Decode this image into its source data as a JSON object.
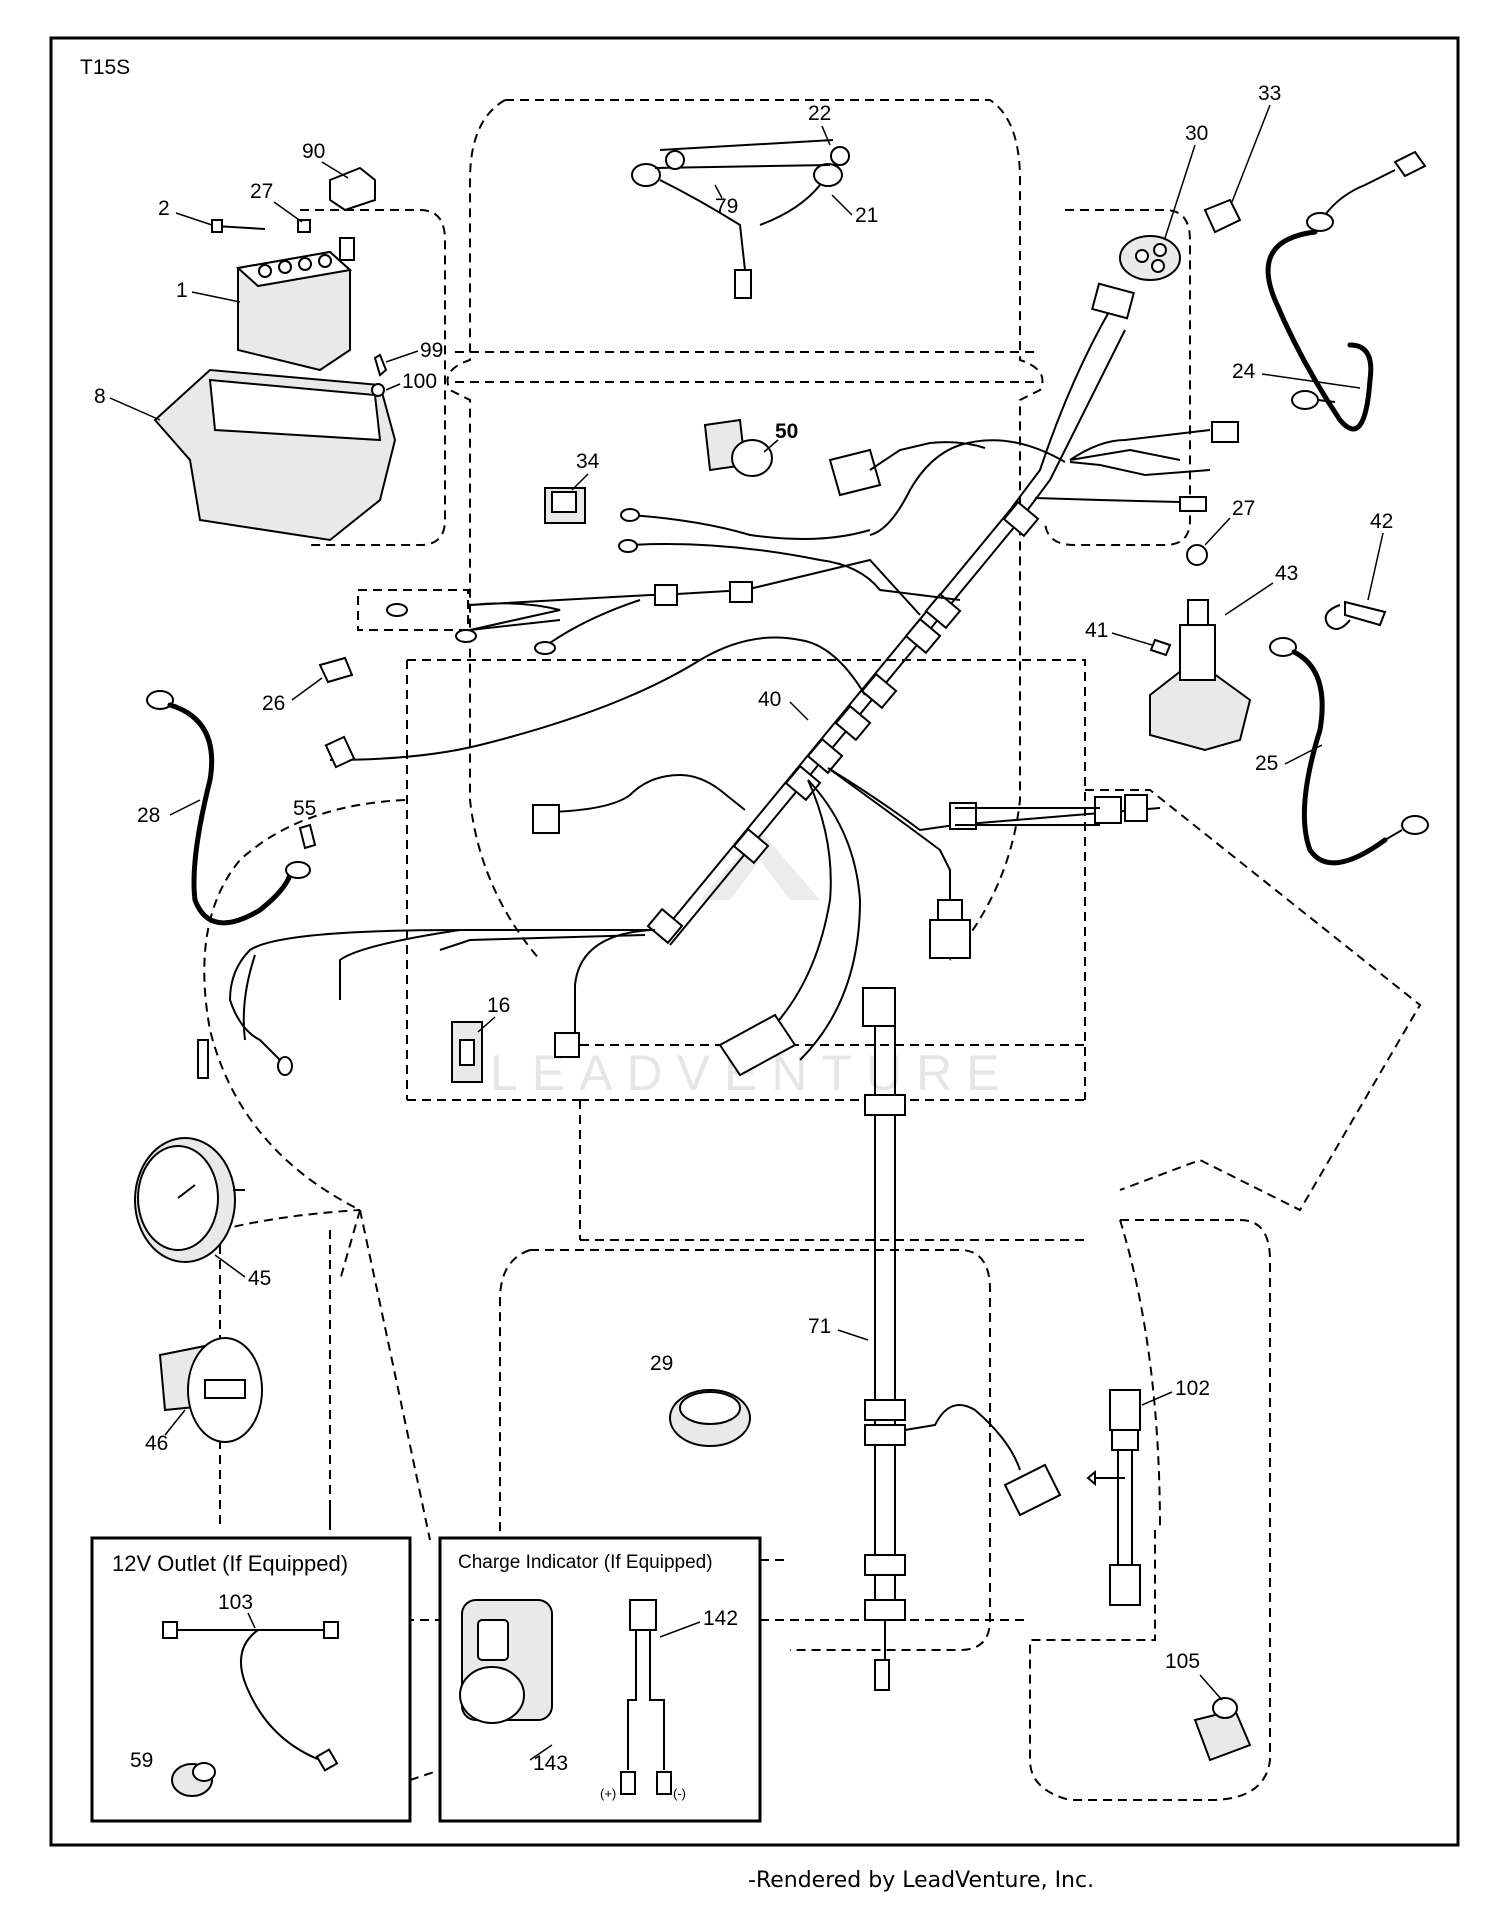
{
  "model_code": "T15S",
  "watermark": "LEADVENTURE",
  "footer": "‑Rendered by LeadVenture, Inc.",
  "inset_boxes": {
    "outlet_title": "12V Outlet  (If Equipped)",
    "charge_title": "Charge Indicator (If Equipped)",
    "plus_label": "(+)",
    "minus_label": "(-)"
  },
  "callouts": {
    "c1": "1",
    "c2": "2",
    "c8": "8",
    "c16": "16",
    "c21": "21",
    "c22": "22",
    "c24": "24",
    "c25": "25",
    "c26": "26",
    "c27a": "27",
    "c27b": "27",
    "c28": "28",
    "c29": "29",
    "c30": "30",
    "c33": "33",
    "c34": "34",
    "c40": "40",
    "c41": "41",
    "c42": "42",
    "c43": "43",
    "c45": "45",
    "c46": "46",
    "c50": "50",
    "c55": "55",
    "c59": "59",
    "c71": "71",
    "c79": "79",
    "c90": "90",
    "c99": "99",
    "c100": "100",
    "c102": "102",
    "c103": "103",
    "c105": "105",
    "c142": "142",
    "c143": "143"
  }
}
